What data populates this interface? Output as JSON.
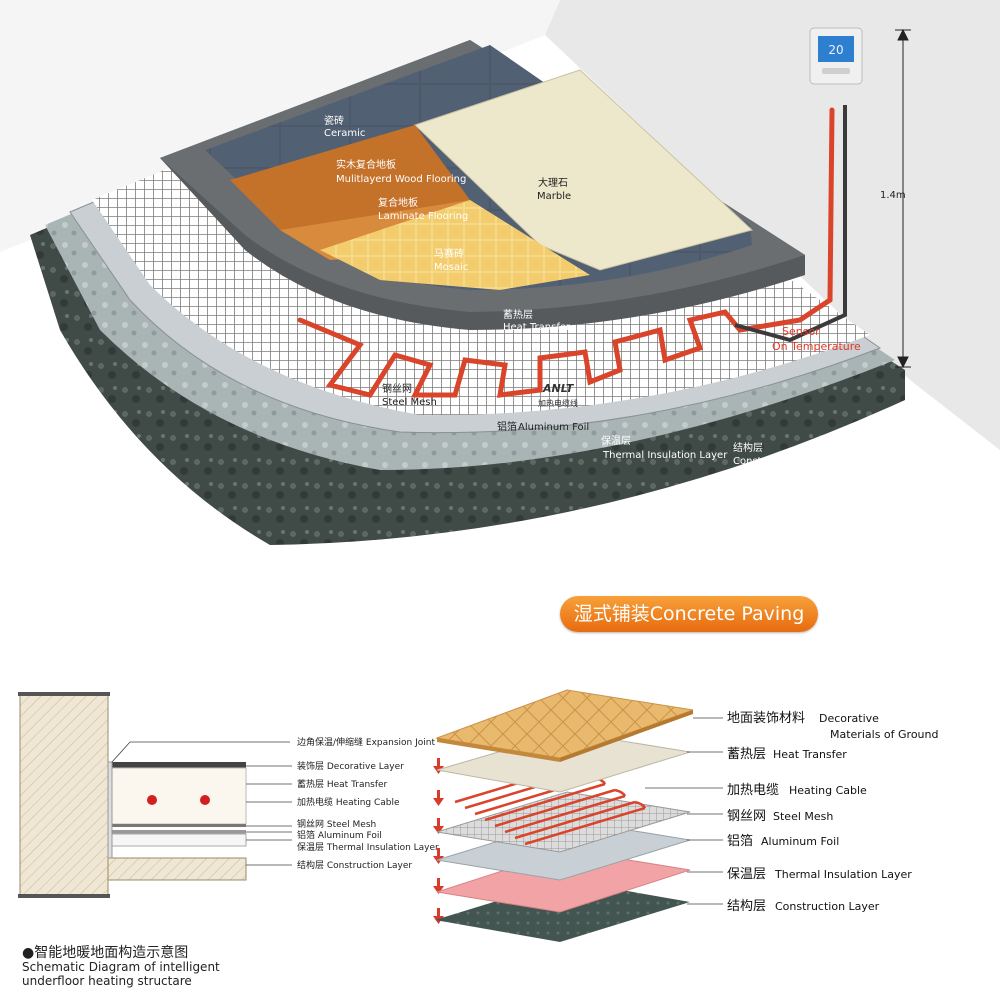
{
  "top_diagram": {
    "labels": {
      "ceramic_cn": "瓷砖",
      "ceramic_en": "Ceramic",
      "wood_cn": "实木复合地板",
      "wood_en": "Mulitlayerd Wood Flooring",
      "laminate_cn": "复合地板",
      "laminate_en": "Laminate Flooring",
      "mosaic_cn": "马赛砖",
      "mosaic_en": "Mosaic",
      "marble_cn": "大理石",
      "marble_en": "Marble",
      "heat_transfer_cn": "蓄热层",
      "heat_transfer_en": "Heat Transfer",
      "sensor_en": "Sensor",
      "temp_en": "On Temperature",
      "steel_mesh_cn": "钢丝网",
      "steel_mesh_en": "Steel Mesh",
      "brand": "ANLT",
      "brand_sub": "加热电缆线",
      "aluminum_cn": "铝箔",
      "aluminum_en": "Aluminum Foil",
      "insulation_cn": "保温层",
      "insulation_en": "Thermal Insulation Layer",
      "construction_cn": "结构层",
      "construction_en": "Construction Layer",
      "height": "1.4m"
    },
    "thermostat_display": "20"
  },
  "badge": "湿式铺装Concrete Paving",
  "schematic": {
    "labels": [
      "边角保温/伸缩缝  Expansion Joint",
      "装饰层  Decorative Layer",
      "蓄热层  Heat Transfer",
      "加热电缆  Heating Cable",
      "钢丝网  Steel Mesh",
      "铝箔  Aluminum Foil",
      "保温层  Thermal Insulation Layer",
      "结构层  Construction Layer"
    ]
  },
  "exploded": {
    "labels": [
      {
        "cn": "地面装饰材料",
        "en": "Decorative",
        "en2": "Materials of Ground"
      },
      {
        "cn": "蓄热层",
        "en": "Heat Transfer",
        "en2": ""
      },
      {
        "cn": "加热电缆",
        "en": "Heating Cable",
        "en2": ""
      },
      {
        "cn": "钢丝网",
        "en": "Steel Mesh",
        "en2": ""
      },
      {
        "cn": "铝箔",
        "en": "Aluminum Foil",
        "en2": ""
      },
      {
        "cn": "保温层",
        "en": "Thermal Insulation Layer",
        "en2": ""
      },
      {
        "cn": "结构层",
        "en": "Construction Layer",
        "en2": ""
      }
    ]
  },
  "caption": {
    "cn": "●智能地暖地面构造示意图",
    "en1": "Schematic Diagram of intelligent",
    "en2": "underfloor heating structare"
  },
  "colors": {
    "orange": "#e9781a",
    "cable": "#d9442a",
    "ceramic": "#4a5466",
    "marble": "#ece6c8",
    "wood": "#c4712a",
    "insulation_pink": "#f1a3a6",
    "construction_dark": "#3e4a47"
  }
}
